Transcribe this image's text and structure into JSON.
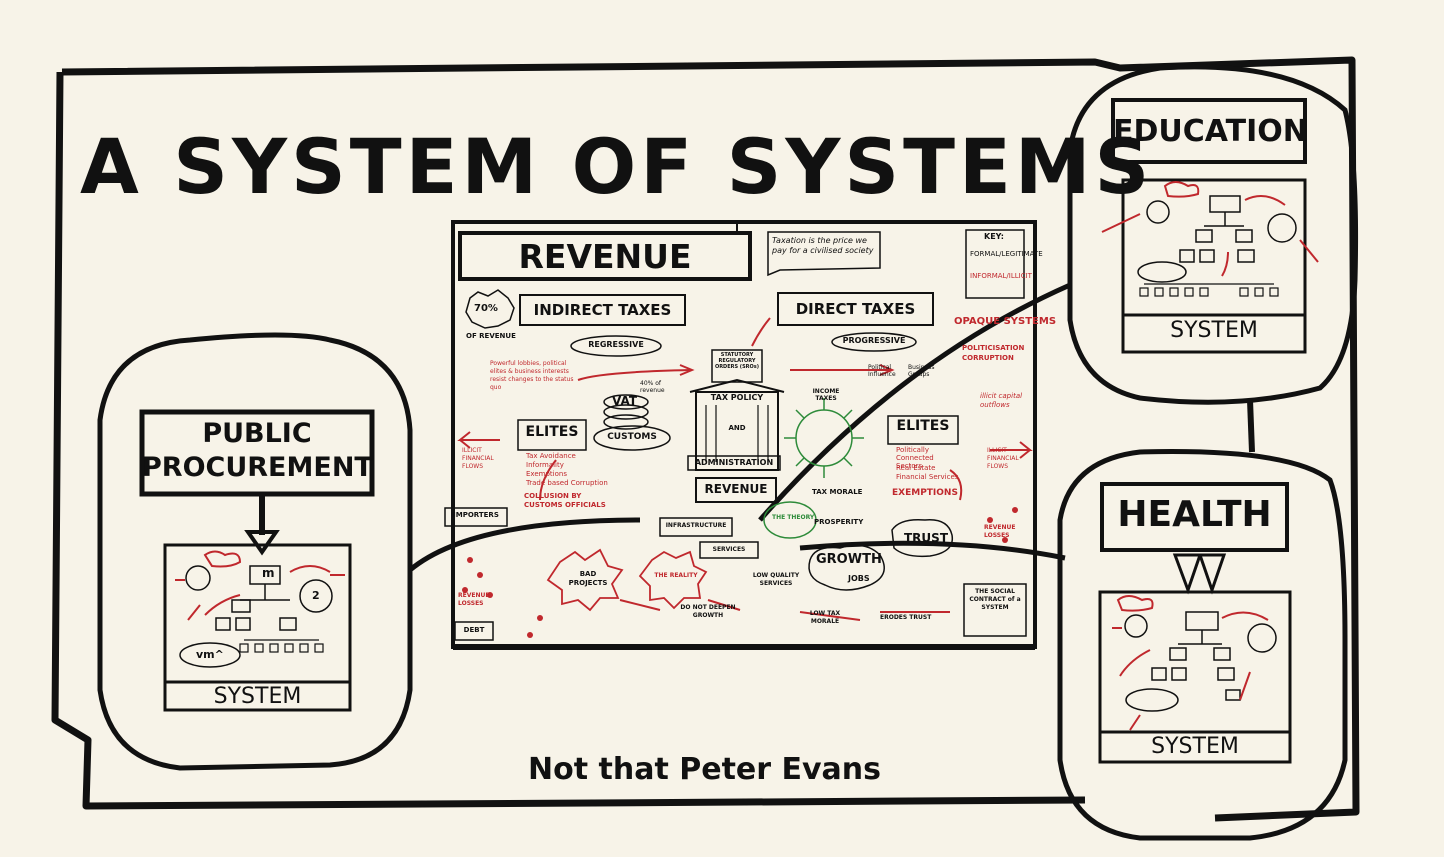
{
  "title": "A SYSTEM OF SYSTEMS",
  "signature": "Not that Peter Evans",
  "colors": {
    "ink": "#111111",
    "accent_red": "#c0282d",
    "paper": "#f7f3e8"
  },
  "public_procurement": {
    "heading_line1": "PUBLIC",
    "heading_line2": "PROCUREMENT",
    "system_label": "SYSTEM"
  },
  "education": {
    "heading": "EDUCATION",
    "system_label": "SYSTEM"
  },
  "health": {
    "heading": "HEALTH",
    "system_label": "SYSTEM"
  },
  "mini_system": {
    "node_label": "m",
    "alt_label": "vm^",
    "count_label": "2"
  },
  "revenue": {
    "title": "REVENUE",
    "quote": "Taxation is the price we pay for a civilised society",
    "key_title": "KEY:",
    "key_items": [
      "FORMAL/LEGITIMATE",
      "INFORMAL/ILLICIT"
    ],
    "percent": "70%",
    "percent_caption": "OF REVENUE",
    "indirect_taxes": "INDIRECT TAXES",
    "direct_taxes": "DIRECT TAXES",
    "regressive": "REGRESSIVE",
    "progressive": "PROGRESSIVE",
    "lobbies_note": "Powerful lobbies, political elites & business interests resist changes to the status quo",
    "opaque_systems": "OPAQUE SYSTEMS",
    "politicisation": "POLITICISATION",
    "corruption": "CORRUPTION",
    "statutory": "STATUTORY REGULATORY ORDERS (SROs)",
    "vat": "VAT",
    "vat_share": "40% of revenue",
    "customs": "CUSTOMS",
    "tax_policy": "TAX POLICY",
    "and": "AND",
    "administration": "ADMINISTRATION",
    "income_taxes": "INCOME TAXES",
    "political_influence": "Political Influence",
    "business_groups": "Business Groups",
    "illicit_capital": "illicit capital outflows",
    "elites_left": "ELITES",
    "elites_left_items": [
      "Tax Avoidance",
      "Informality",
      "Exemptions",
      "Trade based Corruption"
    ],
    "elites_right": "ELITES",
    "elites_right_items": [
      "Politically Connected Sectors",
      "Real Estate",
      "Financial Services"
    ],
    "exemptions_right": "EXEMPTIONS",
    "illicit_flows": "ILLICIT FINANCIAL FLOWS",
    "collusion": "COLLUSION BY CUSTOMS OFFICIALS",
    "importers": "IMPORTERS",
    "revenue_center": "REVENUE",
    "tax_morale": "TAX MORALE",
    "the_theory": "THE THEORY",
    "prosperity": "PROSPERITY",
    "infrastructure": "INFRASTRUCTURE",
    "services": "SERVICES",
    "growth": "GROWTH",
    "jobs": "JOBS",
    "trust": "TRUST",
    "bad_projects": "BAD PROJECTS",
    "the_reality": "THE REALITY",
    "low_quality": "LOW QUALITY SERVICES",
    "do_not_deepen": "DO NOT DEEPEN GROWTH",
    "low_tax_morale": "LOW TAX MORALE",
    "erodes_trust": "ERODES TRUST",
    "social_contract": "THE SOCIAL CONTRACT of a SYSTEM",
    "revenue_losses": "REVENUE LOSSES",
    "debt": "DEBT"
  }
}
